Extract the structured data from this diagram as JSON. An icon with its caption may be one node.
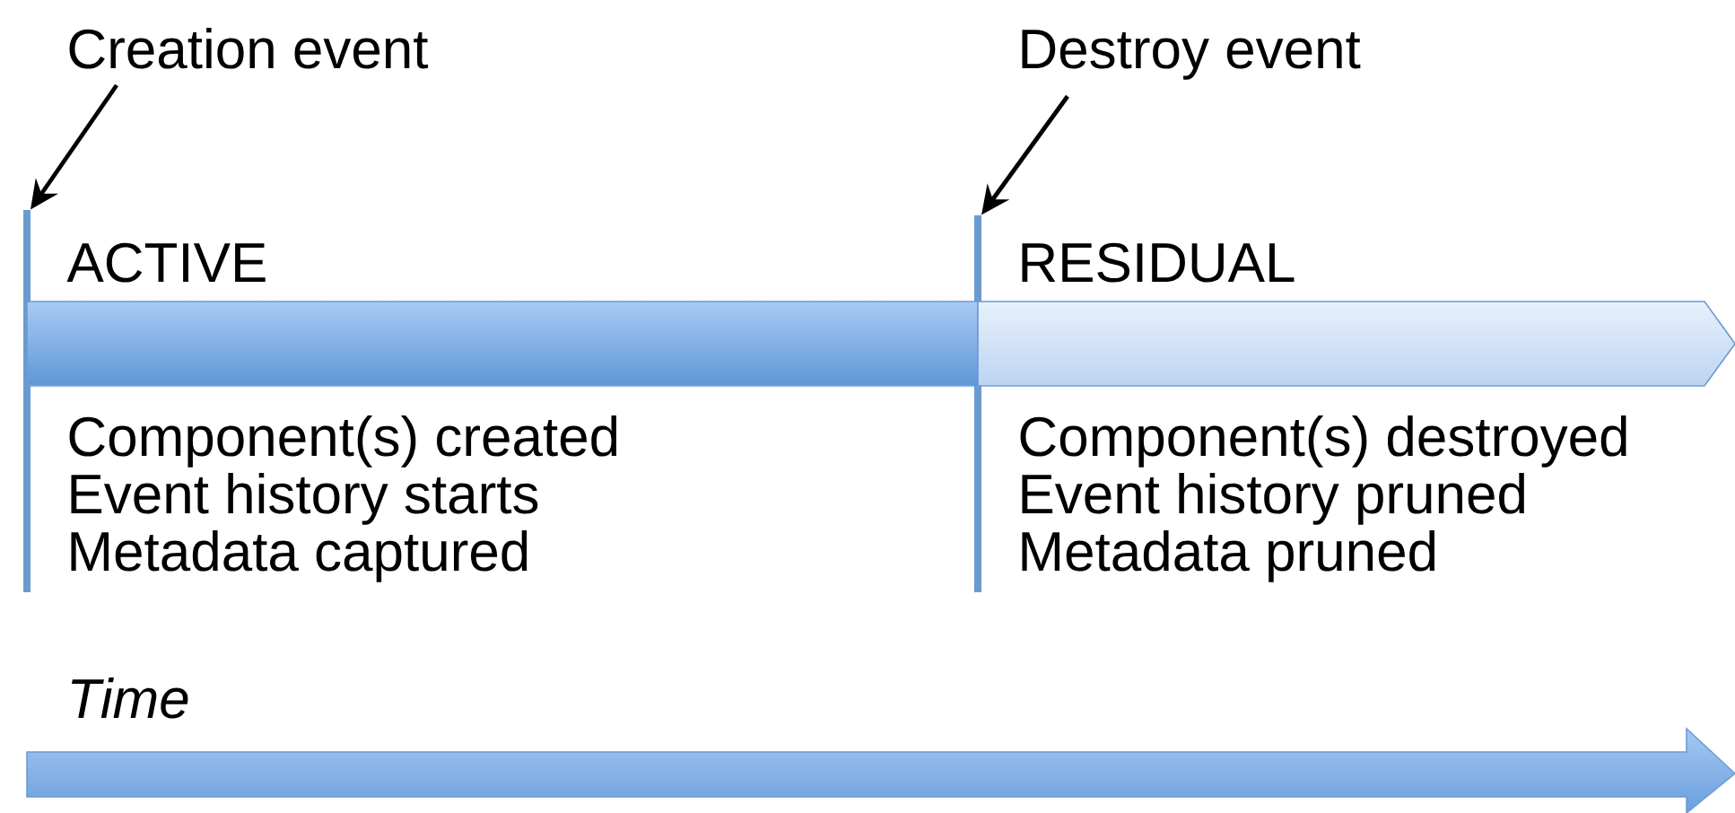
{
  "diagram": {
    "nodes": [
      {
        "text": [
          "Creation event"
        ]
      },
      {
        "text": [],
        "shape": "bar"
      },
      {
        "text": [
          "Destroy event"
        ]
      },
      {
        "text": [],
        "shape": "bar"
      },
      {
        "text": [
          "ACTIVE",
          "Component(s) created",
          "Event history starts",
          "Metadata captured"
        ]
      },
      {
        "text": [
          "RESIDUAL",
          "Component(s) destroyed",
          "Event history pruned",
          "Metadata pruned"
        ]
      }
    ],
    "edges": [
      {
        "from": 0,
        "to": 1,
        "arrow": "to"
      },
      {
        "from": 2,
        "to": 3,
        "arrow": "to"
      }
    ],
    "labels": [
      "Time"
    ]
  }
}
